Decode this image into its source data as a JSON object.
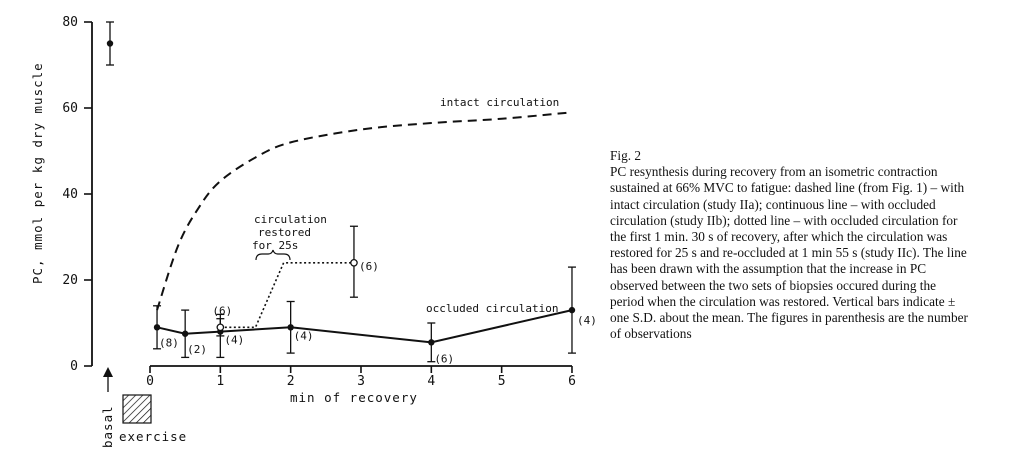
{
  "chart_data": {
    "type": "line",
    "ylabel": "PC, mmol per kg dry muscle",
    "xlabel": "min of recovery",
    "xlim": [
      0,
      6
    ],
    "ylim": [
      0,
      80
    ],
    "x_ticks": [
      "0",
      "1",
      "2",
      "3",
      "4",
      "5",
      "6"
    ],
    "y_ticks": [
      "0",
      "20",
      "40",
      "60",
      "80"
    ],
    "basal": {
      "label": "basal",
      "value": 75,
      "sd_low": 70,
      "sd_high": 80
    },
    "exercise_label": "exercise",
    "series": [
      {
        "name": "occluded circulation",
        "style": "solid",
        "points": [
          {
            "x": 0.1,
            "y": 9,
            "lo": 4,
            "hi": 14,
            "n": "(8)"
          },
          {
            "x": 0.5,
            "y": 7.5,
            "lo": 2,
            "hi": 13,
            "n": "(2)"
          },
          {
            "x": 1.0,
            "y": 8,
            "lo": 2,
            "hi": 12,
            "n": "(4)"
          },
          {
            "x": 2.0,
            "y": 9,
            "lo": 3,
            "hi": 15,
            "n": "(4)"
          },
          {
            "x": 4.0,
            "y": 5.5,
            "lo": 1,
            "hi": 10,
            "n": "(6)"
          },
          {
            "x": 6.0,
            "y": 13,
            "lo": 3,
            "hi": 23,
            "n": "(4)"
          }
        ]
      },
      {
        "name": "intact circulation",
        "style": "dashed",
        "points": [
          {
            "x": 0.1,
            "y": 13
          },
          {
            "x": 0.4,
            "y": 28
          },
          {
            "x": 0.7,
            "y": 37
          },
          {
            "x": 1.0,
            "y": 43
          },
          {
            "x": 1.5,
            "y": 48.5
          },
          {
            "x": 2.0,
            "y": 52
          },
          {
            "x": 3.0,
            "y": 55
          },
          {
            "x": 4.0,
            "y": 56.5
          },
          {
            "x": 5.0,
            "y": 57.5
          },
          {
            "x": 6.0,
            "y": 59
          }
        ]
      },
      {
        "name": "circulation restored for 25s",
        "style": "dotted",
        "points": [
          {
            "x": 1.0,
            "y": 9,
            "lo": 7,
            "hi": 11,
            "n": "(6)",
            "open": true
          },
          {
            "x": 1.5,
            "y": 9
          },
          {
            "x": 1.9,
            "y": 24
          },
          {
            "x": 2.9,
            "y": 24,
            "lo": 16,
            "hi": 32.5,
            "n": "(6)",
            "open": true
          }
        ]
      }
    ]
  },
  "annotations": {
    "intact": "intact circulation",
    "occluded": "occluded circulation",
    "restored_lines": [
      "circulation",
      "restored",
      "for 25s"
    ]
  },
  "caption": {
    "fig": "Fig. 2",
    "text": "PC resynthesis during recovery from an isometric contraction sustained at 66% MVC to fatigue: dashed line (from Fig. 1) – with intact circulation (study IIa); continuous line – with occluded circulation (study IIb); dotted line – with occluded circulation for the first 1 min. 30 s of recovery, after which the circulation was restored for 25 s and re-occluded at 1 min 55 s (study IIc). The line has been drawn with the assumption that the increase in PC observed between the two sets of biopsies occured during the period when the circulation was restored. Vertical bars indicate ± one S.D. about the mean. The figures in parenthesis are the number of observations"
  }
}
